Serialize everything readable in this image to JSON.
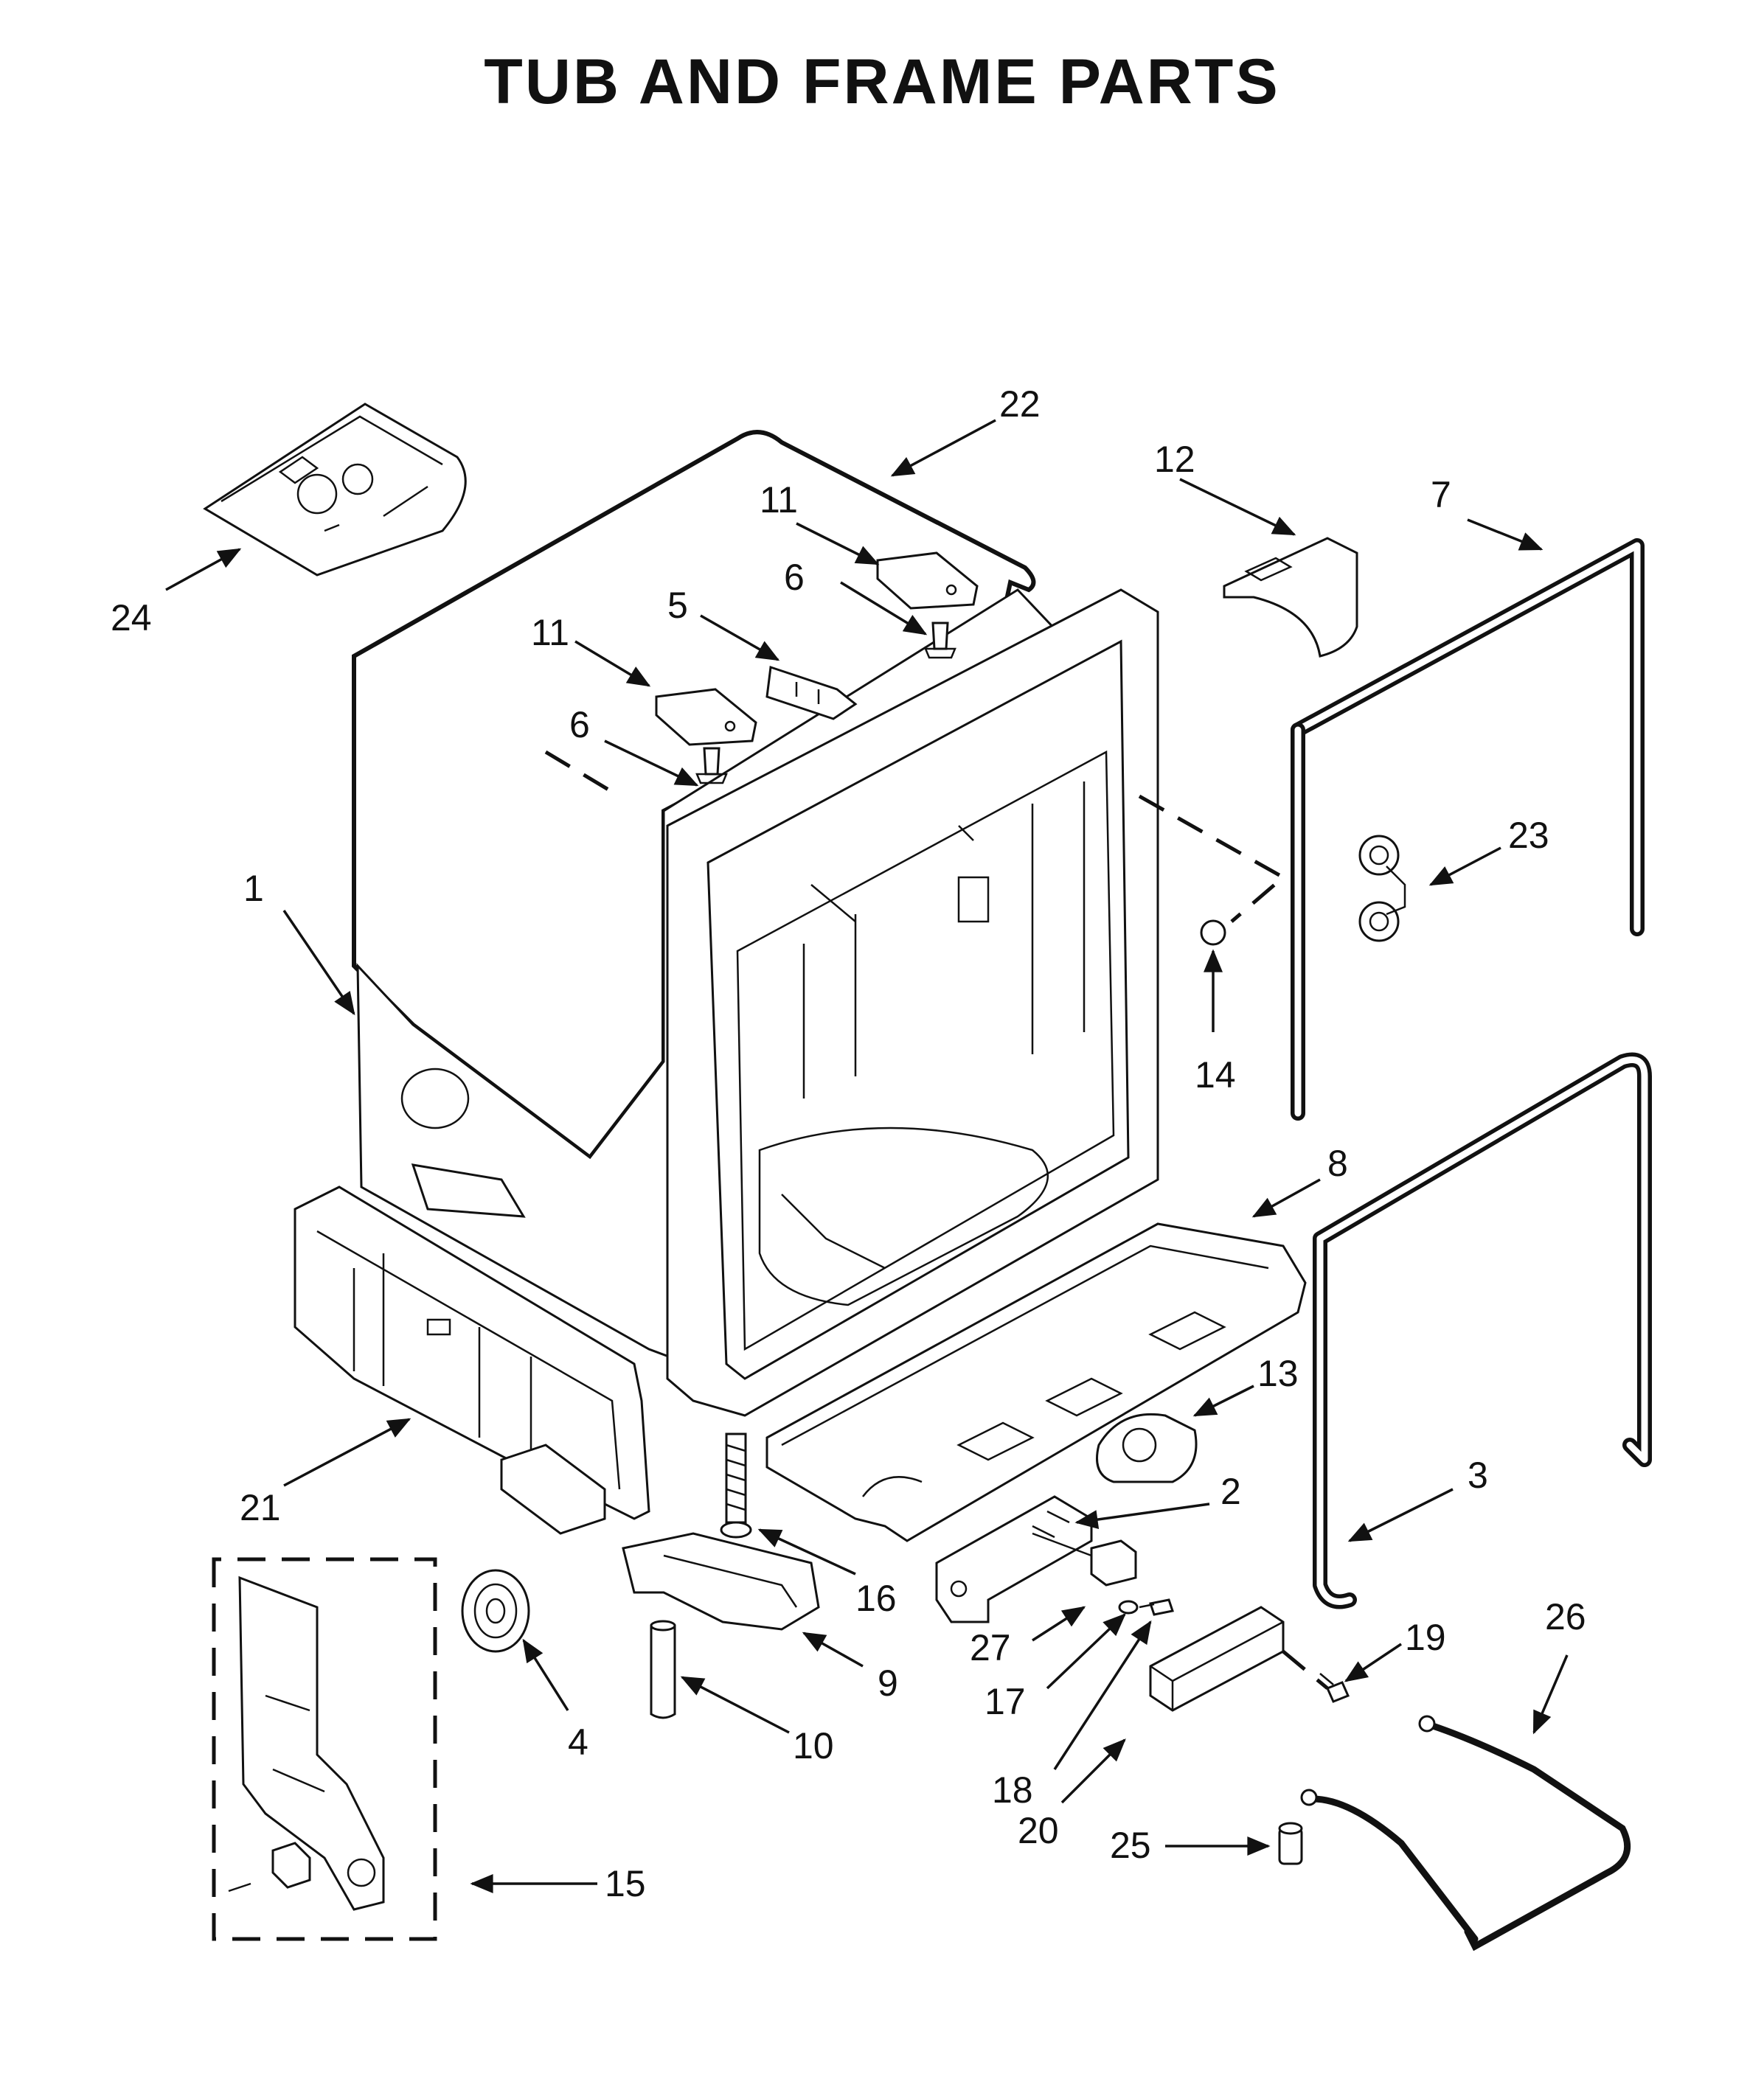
{
  "title": "TUB AND FRAME PARTS",
  "callouts": [
    {
      "id": "1",
      "label": "1"
    },
    {
      "id": "2",
      "label": "2"
    },
    {
      "id": "3",
      "label": "3"
    },
    {
      "id": "4",
      "label": "4"
    },
    {
      "id": "5",
      "label": "5"
    },
    {
      "id": "6a",
      "label": "6"
    },
    {
      "id": "6b",
      "label": "6"
    },
    {
      "id": "7",
      "label": "7"
    },
    {
      "id": "8",
      "label": "8"
    },
    {
      "id": "9",
      "label": "9"
    },
    {
      "id": "10",
      "label": "10"
    },
    {
      "id": "11a",
      "label": "11"
    },
    {
      "id": "11b",
      "label": "11"
    },
    {
      "id": "12",
      "label": "12"
    },
    {
      "id": "13",
      "label": "13"
    },
    {
      "id": "14",
      "label": "14"
    },
    {
      "id": "15",
      "label": "15"
    },
    {
      "id": "16",
      "label": "16"
    },
    {
      "id": "17",
      "label": "17"
    },
    {
      "id": "18",
      "label": "18"
    },
    {
      "id": "19",
      "label": "19"
    },
    {
      "id": "20",
      "label": "20"
    },
    {
      "id": "21",
      "label": "21"
    },
    {
      "id": "22",
      "label": "22"
    },
    {
      "id": "23",
      "label": "23"
    },
    {
      "id": "24",
      "label": "24"
    },
    {
      "id": "25",
      "label": "25"
    },
    {
      "id": "26",
      "label": "26"
    },
    {
      "id": "27",
      "label": "27"
    }
  ]
}
